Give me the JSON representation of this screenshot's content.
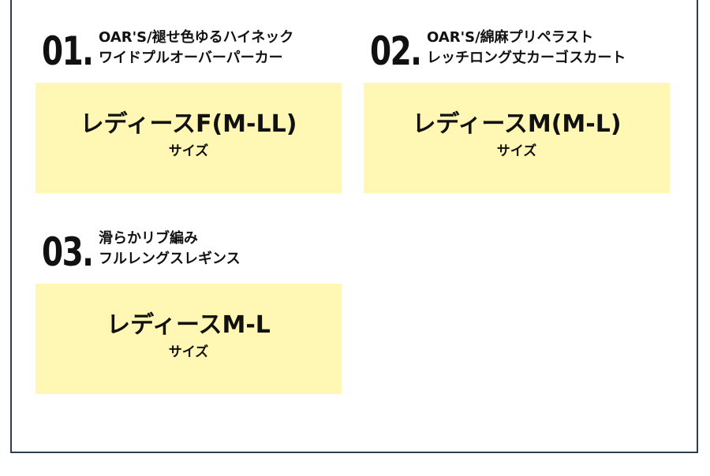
{
  "items": [
    {
      "number": "01.",
      "title_lines": [
        "OAR'S/褪せ色ゆるハイネック",
        "ワイドプルオーバーパーカー"
      ],
      "size_value": "レディースF(M-LL)",
      "size_label": "サイズ"
    },
    {
      "number": "02.",
      "title_lines": [
        "OAR'S/綿麻プリペラスト",
        "レッチロング丈カーゴスカート"
      ],
      "size_value": "レディースM(M-L)",
      "size_label": "サイズ"
    },
    {
      "number": "03.",
      "title_lines": [
        "滑らかリブ編み",
        "フルレングスレギンス"
      ],
      "size_value": "レディースM-L",
      "size_label": "サイズ"
    }
  ],
  "colors": {
    "box_background": "#fff7b3",
    "frame_border": "#2e3e4f",
    "text": "#111111"
  }
}
